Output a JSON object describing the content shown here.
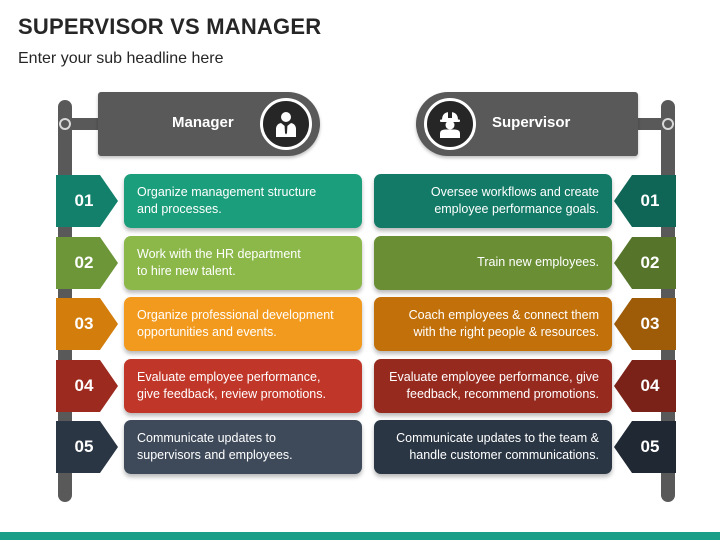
{
  "header": {
    "title": "SUPERVISOR VS MANAGER",
    "subtitle": "Enter your sub headline here"
  },
  "left_column": {
    "label": "Manager",
    "icon": "manager-icon",
    "items": [
      {
        "number": "01",
        "text": "Organize management structure\nand processes.",
        "color": "#1b9e7b",
        "tag_color": "#12806a"
      },
      {
        "number": "02",
        "text": "Work with the HR department\nto hire new talent.",
        "color": "#8cb84a",
        "tag_color": "#6d9638"
      },
      {
        "number": "03",
        "text": "Organize professional development\nopportunities and events.",
        "color": "#f29a1e",
        "tag_color": "#d27d0c"
      },
      {
        "number": "04",
        "text": "Evaluate employee performance,\ngive feedback, review promotions.",
        "color": "#c03628",
        "tag_color": "#9c2a1e"
      },
      {
        "number": "05",
        "text": "Communicate updates to\nsupervisors and employees.",
        "color": "#3e4a5a",
        "tag_color": "#2b3644"
      }
    ]
  },
  "right_column": {
    "label": "Supervisor",
    "icon": "supervisor-hardhat-icon",
    "items": [
      {
        "number": "01",
        "text": "Oversee workflows and create\nemployee performance goals.",
        "color": "#127a66",
        "tag_color": "#0f6656"
      },
      {
        "number": "02",
        "text": "Train new employees.",
        "color": "#6a8e34",
        "tag_color": "#56752a"
      },
      {
        "number": "03",
        "text": "Coach employees & connect them\nwith the right people & resources.",
        "color": "#c1700a",
        "tag_color": "#9e5b08"
      },
      {
        "number": "04",
        "text": "Evaluate employee performance, give\nfeedback, recommend promotions.",
        "color": "#962a1f",
        "tag_color": "#7a2218"
      },
      {
        "number": "05",
        "text": "Communicate updates to the team &\nhandle customer communications.",
        "color": "#2b3644",
        "tag_color": "#1f2833"
      }
    ]
  },
  "colors": {
    "pole": "#595959",
    "banner": "#595959",
    "accent_bar": "#1b9e87"
  }
}
